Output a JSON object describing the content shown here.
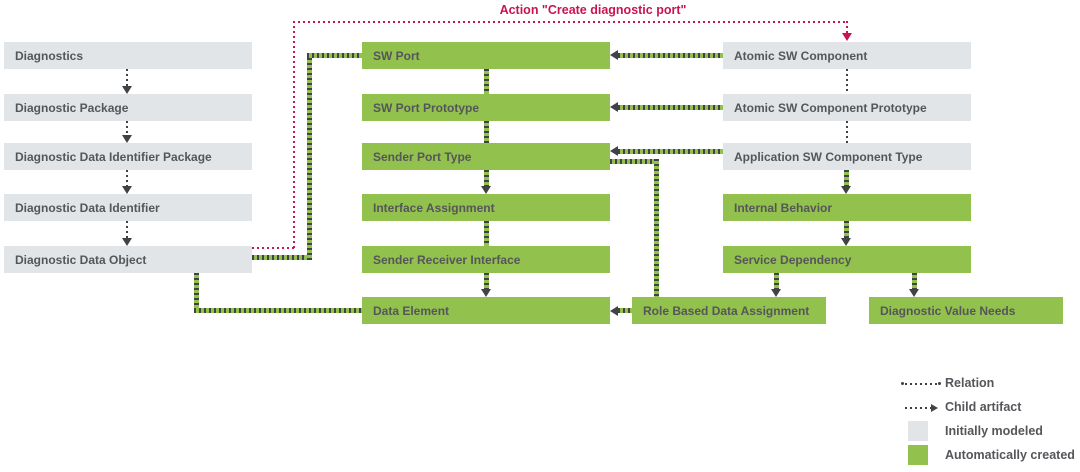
{
  "title": "Action \"Create diagnostic port\"",
  "nodes": {
    "left": [
      "Diagnostics",
      "Diagnostic Package",
      "Diagnostic Data Identifier Package",
      "Diagnostic Data Identifier",
      "Diagnostic Data Object"
    ],
    "middle": [
      "SW Port",
      "SW Port Prototype",
      "Sender Port Type",
      "Interface Assignment",
      "Sender Receiver Interface",
      "Data Element"
    ],
    "right": [
      "Atomic SW Component",
      "Atomic SW Component Prototype",
      "Application SW Component Type",
      "Internal Behavior",
      "Service Dependency"
    ],
    "bottom": [
      "Role Based Data Assignment",
      "Diagnostic Value Needs"
    ]
  },
  "legend": {
    "relation": "Relation",
    "child_artifact": "Child artifact",
    "initially_modeled": "Initially modeled",
    "automatically_created": "Automatically created"
  },
  "colors": {
    "created": "#92C14D",
    "modeled": "#E2E5E7",
    "action": "#C81450",
    "dark": "#3F4346",
    "text": "#54565A"
  }
}
